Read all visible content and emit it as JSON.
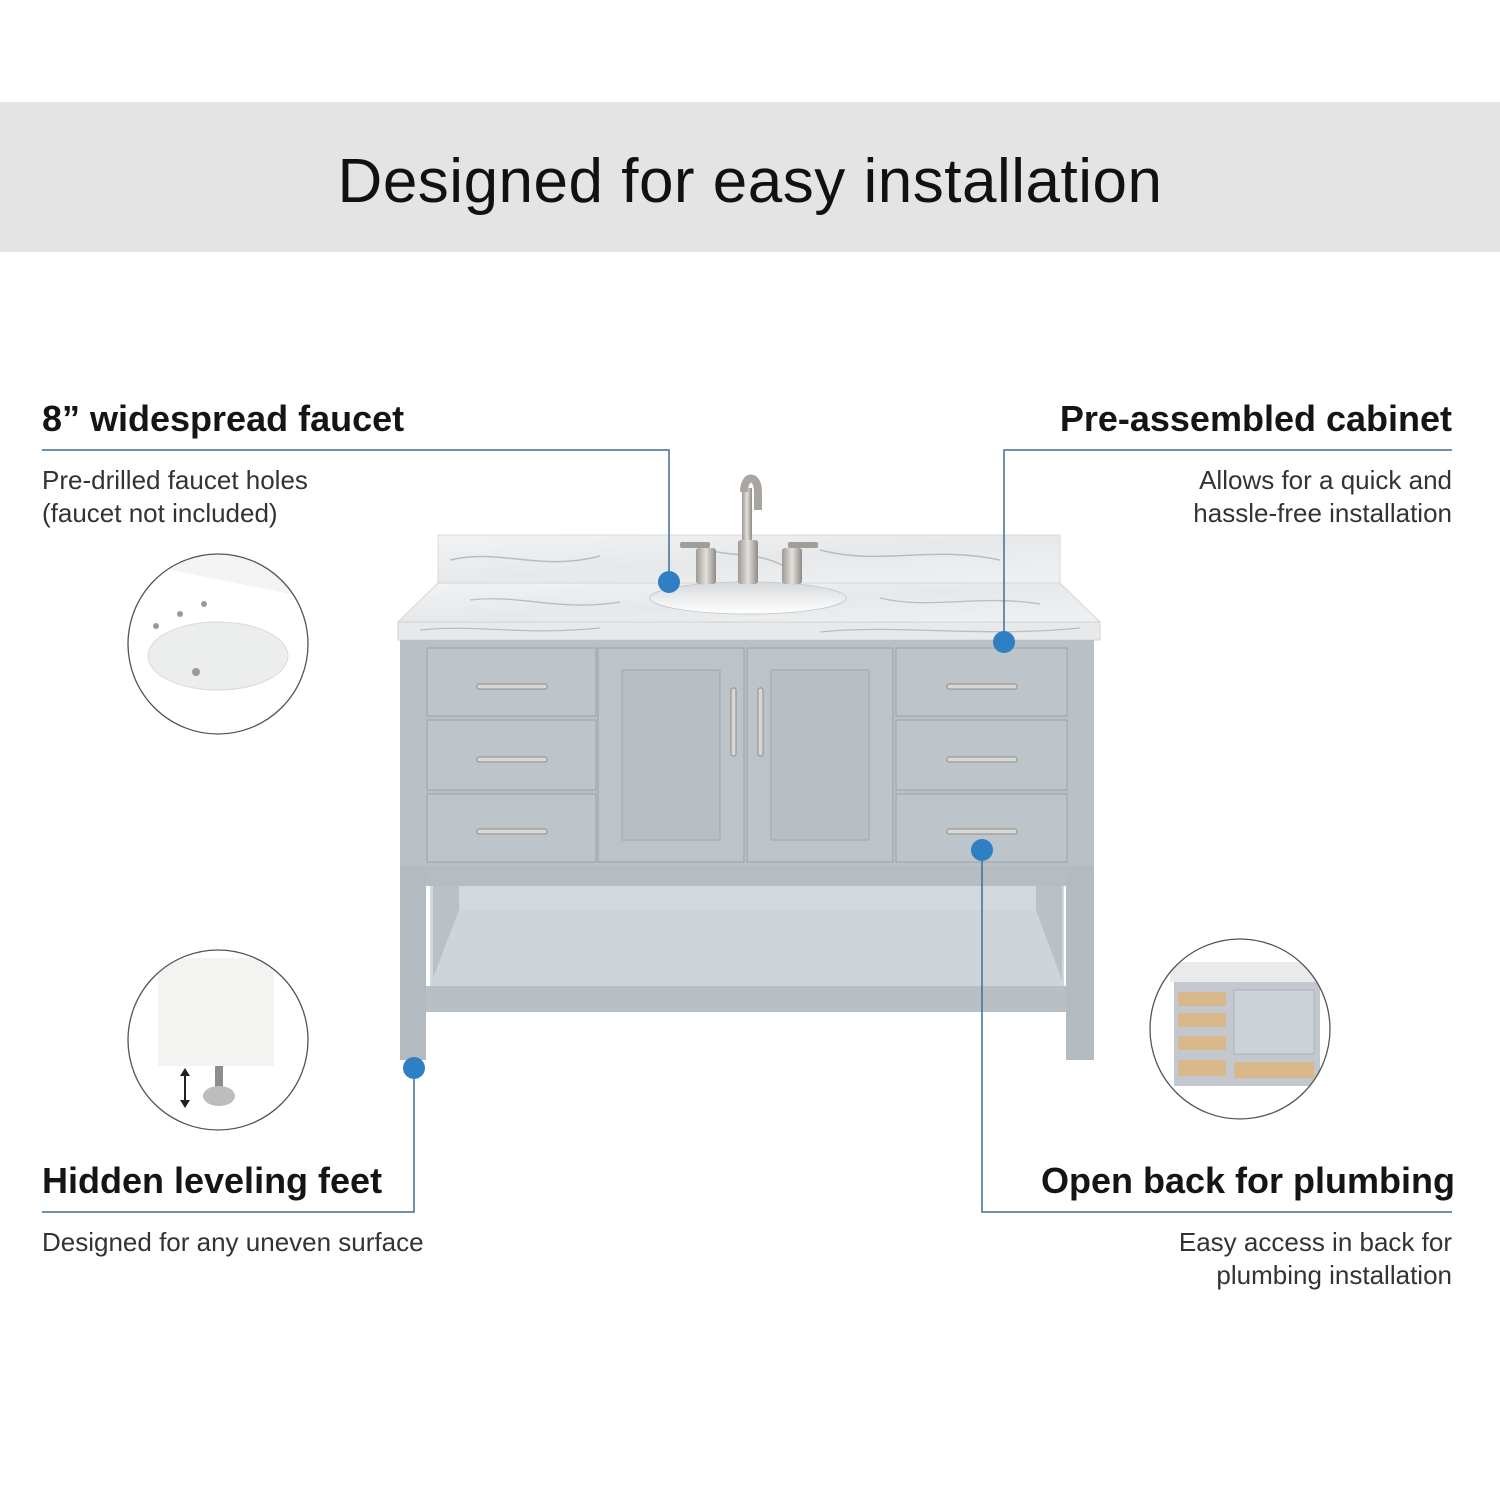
{
  "banner": {
    "title": "Designed for easy installation"
  },
  "features": {
    "faucet": {
      "title": "8” widespread faucet",
      "desc": "Pre-drilled faucet holes\n(faucet not included)"
    },
    "cabinet": {
      "title": "Pre-assembled cabinet",
      "desc": "Allows for  a quick and\nhassle-free installation"
    },
    "feet": {
      "title": "Hidden leveling feet",
      "desc": "Designed for any uneven surface"
    },
    "plumbing": {
      "title": "Open back for plumbing",
      "desc": "Easy access in back for\nplumbing installation"
    }
  },
  "colors": {
    "banner_bg": "#e4e4e4",
    "callout_line": "#3f6f95",
    "callout_dot": "#2f7fc4",
    "cabinet_gray": "#b7bec4",
    "marble": "#eef0f1"
  }
}
